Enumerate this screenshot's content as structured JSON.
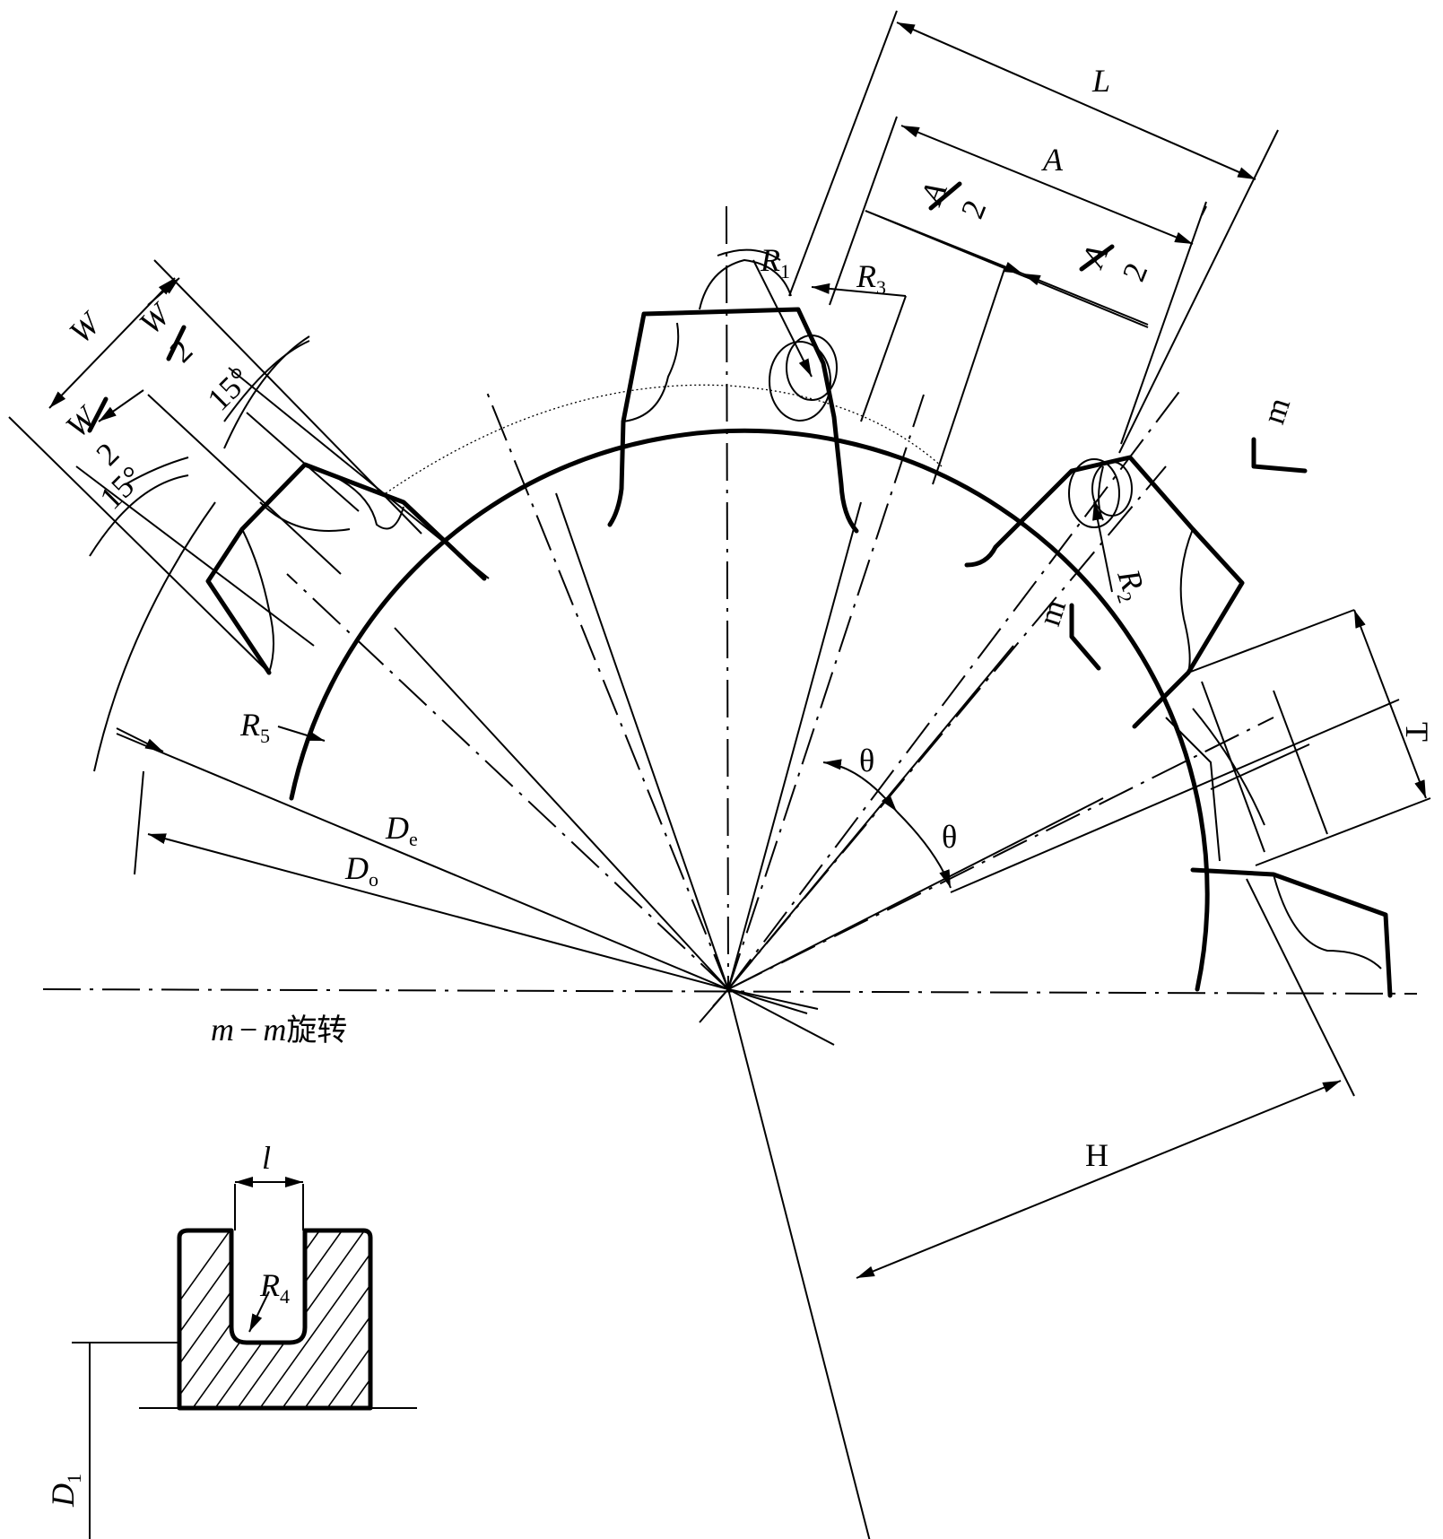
{
  "labels": {
    "L": "L",
    "A": "A",
    "A_half_num": "A",
    "A_half_den": "2",
    "W": "W",
    "W_half_num": "W",
    "W_half_den": "2",
    "angle_15": "15°",
    "R_letter": "R",
    "R1_sub": "1",
    "R2_sub": "2",
    "R3_sub": "3",
    "R4_sub": "4",
    "R5_sub": "5",
    "m": "m",
    "T": "T",
    "theta": "θ",
    "D_letter": "D",
    "De_sub": "e",
    "Do_sub": "o",
    "D1_sub": "1",
    "H": "H",
    "l": "l",
    "section_m": "m",
    "section_dash": "−",
    "section_m2": "m",
    "section_cn": "旋转"
  }
}
